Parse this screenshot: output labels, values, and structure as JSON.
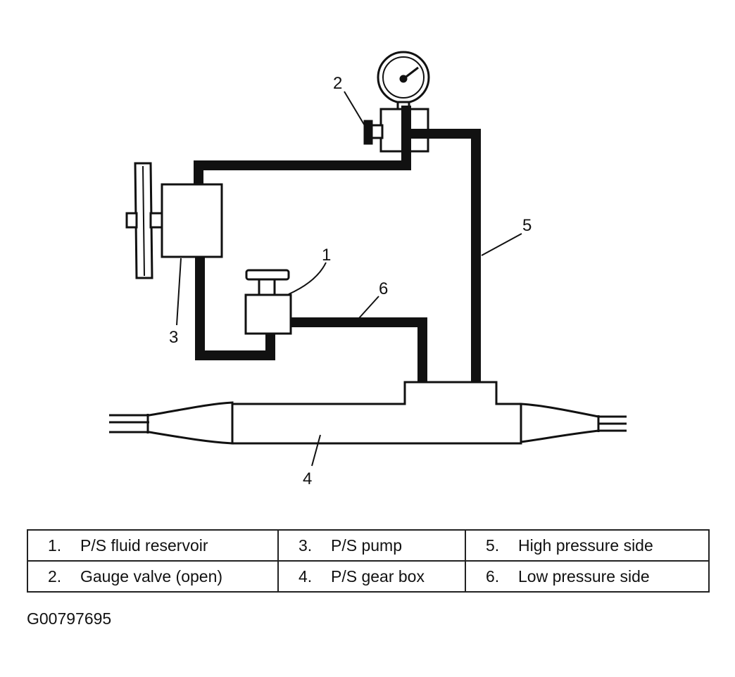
{
  "callouts": [
    "1",
    "2",
    "3",
    "4",
    "5",
    "6"
  ],
  "legend": [
    [
      {
        "num": "1.",
        "label": "P/S fluid reservoir"
      },
      {
        "num": "3.",
        "label": "P/S pump"
      },
      {
        "num": "5.",
        "label": "High pressure side"
      }
    ],
    [
      {
        "num": "2.",
        "label": "Gauge valve (open)"
      },
      {
        "num": "4.",
        "label": "P/S gear box"
      },
      {
        "num": "6.",
        "label": "Low pressure side"
      }
    ]
  ],
  "figure_id": "G00797695"
}
